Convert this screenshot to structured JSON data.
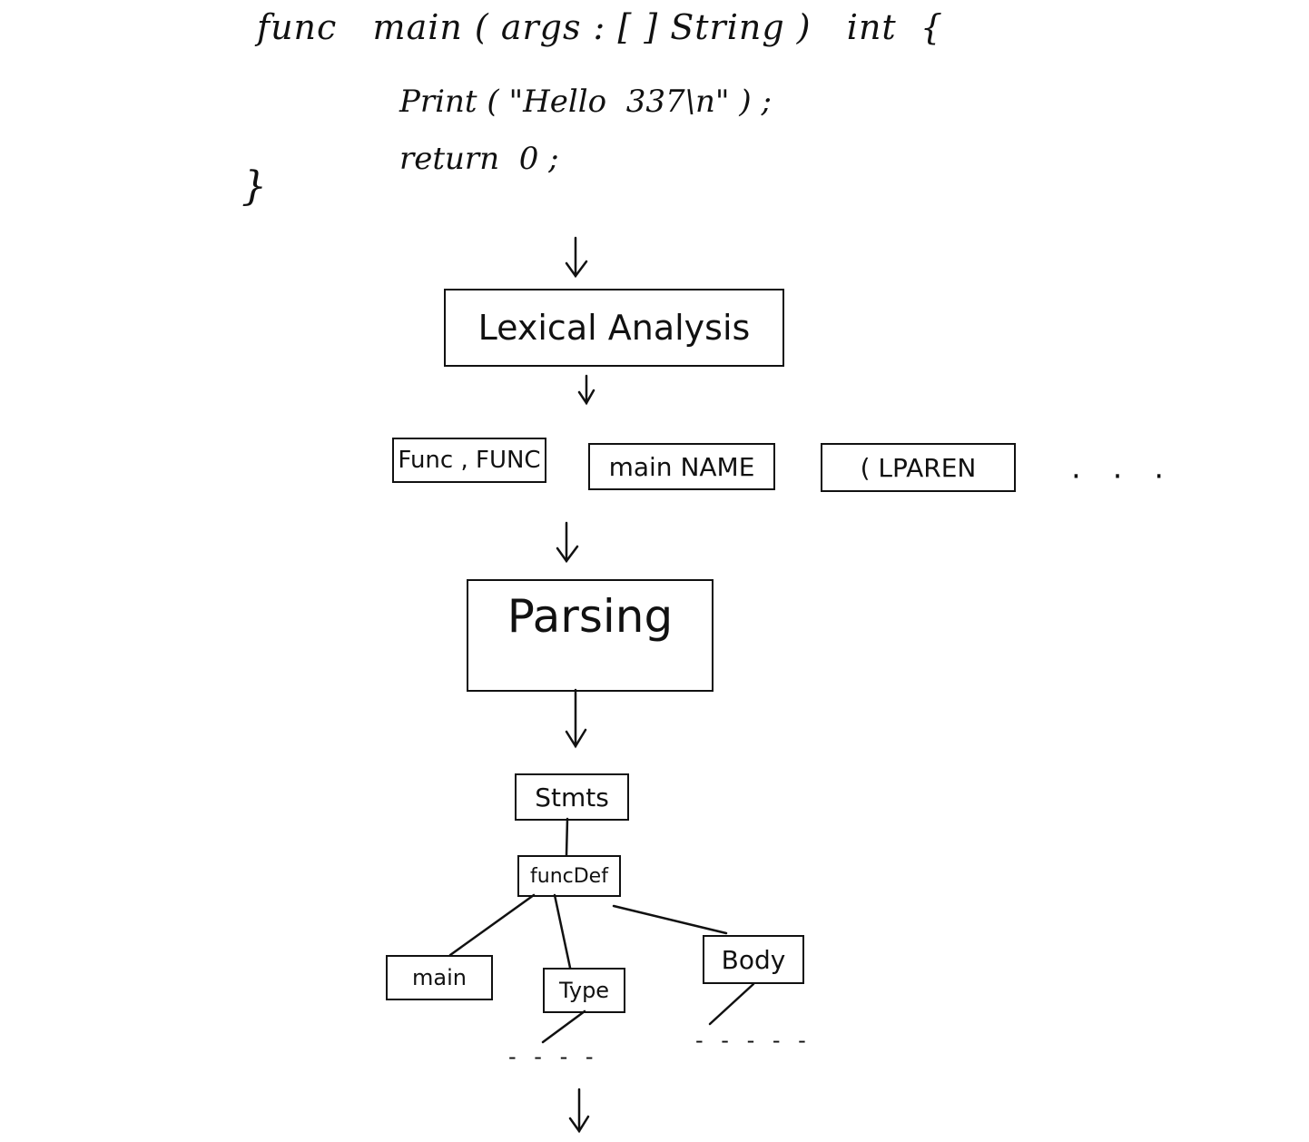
{
  "code": {
    "line1": "func   main ( args : [ ] String )   int  {",
    "line2": "Print ( \"Hello  337\\n\" ) ;",
    "line3": "return  0 ;",
    "line4": "}"
  },
  "stages": {
    "lexical": "Lexical  Analysis",
    "parsing": "Parsing"
  },
  "tokens": {
    "t1": "Func , FUNC",
    "t2": "main NAME",
    "t3": "(  LPAREN",
    "more": "· · ·"
  },
  "tree": {
    "root": "Stmts",
    "funcdef": "funcDef",
    "name": "main",
    "type": "Type",
    "body": "Body",
    "more_left": "- - - -",
    "more_right": "- - - - -"
  }
}
